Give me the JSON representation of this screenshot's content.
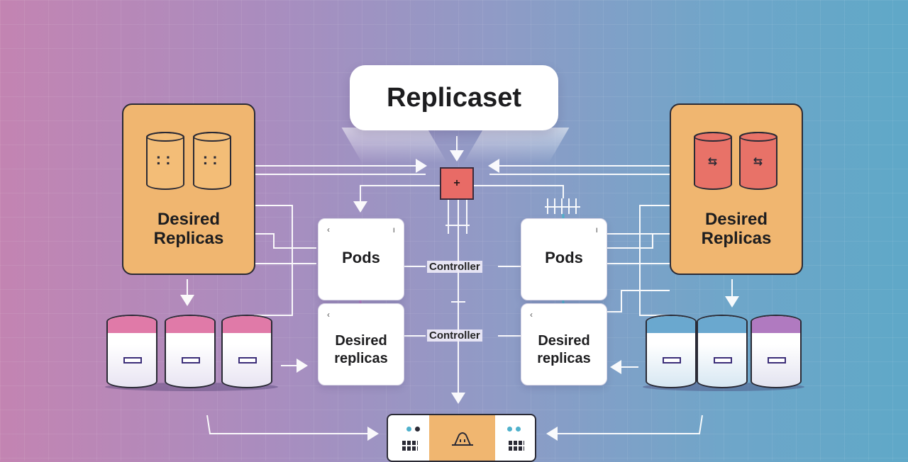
{
  "title": "Replicaset",
  "left_panel": {
    "label": "Desired\nReplicas"
  },
  "right_panel": {
    "label": "Desired\nReplicas"
  },
  "left_stack": {
    "pods_label": "Pods",
    "desired_label": "Desired\nreplicas"
  },
  "right_stack": {
    "pods_label": "Pods",
    "desired_label": "Desired\nreplicas"
  },
  "controller_labels": [
    "Controller",
    "Controller"
  ],
  "plus_symbol": "+",
  "colors": {
    "panel_tan": "#f0b670",
    "cylinder_red": "#e87268",
    "pink_band": "#e07aa8",
    "blue_band": "#6aa8cf",
    "connector_purple": "#b07ac0",
    "connector_teal": "#4fb1cc"
  },
  "icons": {
    "left_cylinders": "database-icon",
    "right_cylinders": "database-icon",
    "bottom_center": "bell-icon",
    "bottom_sides": "grid-icon"
  }
}
